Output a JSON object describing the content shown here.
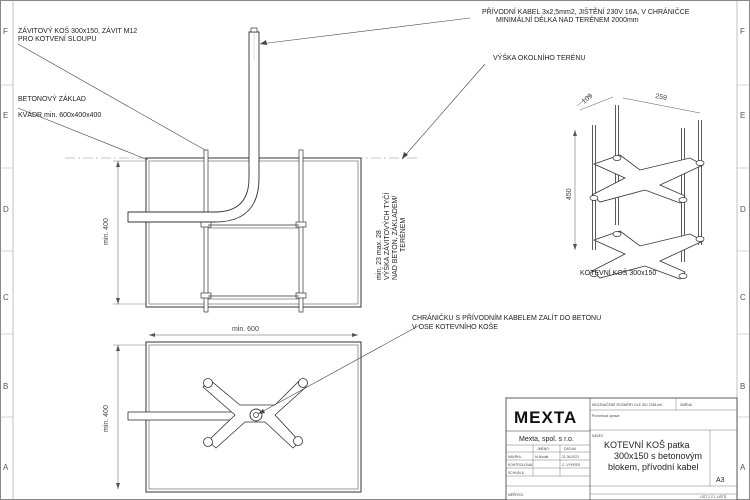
{
  "zones": {
    "rows": [
      "F",
      "E",
      "D",
      "C",
      "B",
      "A"
    ]
  },
  "annotations": {
    "cable": "PŘÍVODNÍ KABEL 3x2,5mm2, JIŠTĚNÍ 230V 16A, V CHRÁNIČCE",
    "cable2": "MINIMÁLNÍ DÉLKA NAD TERÉNEM 2000mm",
    "basket": "ZÁVITOVÝ KOŠ 300x150, ZÁVIT M12",
    "basket2": "PRO KOTVENÍ SLOUPU",
    "terrain": "VÝŠKA OKOLNÍHO TERÉNU",
    "base": "BETONOVÝ ZÁKLAD",
    "base2": "KVÁDR min. 600x400x400",
    "rods": "min. 23 max. 28",
    "rods2": "VÝŠKA ZÁVITOVÝCH TYČÍ",
    "rods3": "NAD BETON, ZÁKLADEM/",
    "rods4": "TERÉNEM",
    "conduit": "CHRÁNIČKU S PŘÍVODNÍM KABELEM ZALÍT DO BETONU",
    "conduit2": "V OSE KOTEVNÍHO KOŠE",
    "iso_caption": "KOTEVNÍ KOŠ 300x150"
  },
  "dimensions": {
    "side_height": "min. 400",
    "top_width": "min. 600",
    "top_height": "min. 400",
    "iso_109": "109",
    "iso_259": "259",
    "iso_450": "450"
  },
  "title_block": {
    "logo": "MEXTA",
    "company": "Mexta, spol. s r.o.",
    "small_header": "NEOZNAČENÉ ROZMĚRY DLE ISO 2768-mK",
    "small_header2": "ZMĚNA",
    "small_row2": "Povrchová úprava",
    "name_label": "NÁZEV",
    "col_name": "JMÉNO",
    "col_date": "DATUM",
    "row_author": "NAVRHL",
    "val_author": "M.Novák",
    "val_date": "21.06.2021",
    "row_checked": "KONTROLOVAL",
    "val_checked": "C. VÝKRES",
    "row_approved": "SCHVÁLIL",
    "title1": "KOTEVNÍ KOŠ patka",
    "title2": "300x150 s betonovým",
    "title3": "blokem, přívodní kabel",
    "format": "A3",
    "bottom_left": "MĚŘÍTKO",
    "bottom_right": "LIST 1 Z 1 LISTŮ"
  }
}
